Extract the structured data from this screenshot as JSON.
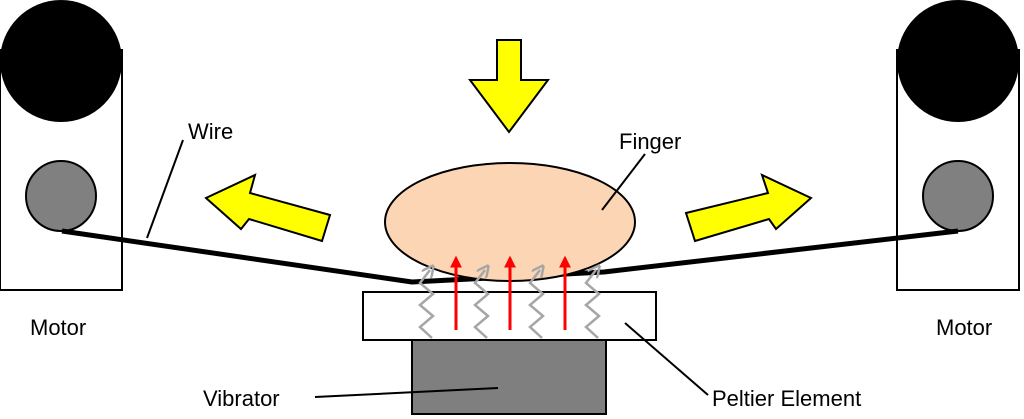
{
  "labels": {
    "wire": "Wire",
    "finger": "Finger",
    "motor_left": "Motor",
    "motor_right": "Motor",
    "vibrator": "Vibrator",
    "peltier": "Peltier Element"
  },
  "colors": {
    "background": "#ffffff",
    "outline": "#000000",
    "motor_head": "#000000",
    "pulley": "#808080",
    "vibrator": "#7f7f7f",
    "finger_fill": "#fcd5b5",
    "arrow_fill": "#ffff00",
    "heat_arrow": "#ff0000",
    "vibration_wave": "#a6a6a6",
    "wire": "#000000"
  },
  "icons": {
    "press_arrow": "arrow-down-icon",
    "pull_left": "arrow-left-icon",
    "pull_right": "arrow-right-icon",
    "heat": "arrow-up-icon",
    "vibration": "zigzag-arrow-icon"
  }
}
